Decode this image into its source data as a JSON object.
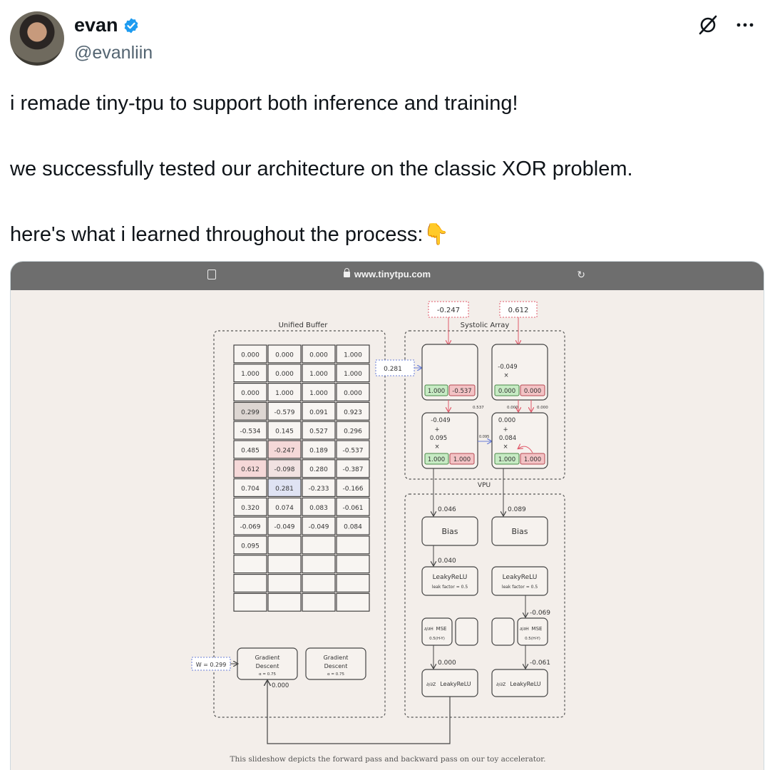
{
  "tweet": {
    "author_name": "evan",
    "handle": "@evanliin",
    "text_lines": [
      "i remade tiny-tpu to support both inference and training!",
      "we successfully tested our architecture on the classic XOR problem.",
      "here's what i learned throughout the process:👇"
    ]
  },
  "browser": {
    "url": "www.tinytpu.com"
  },
  "diagram": {
    "unified_buffer_title": "Unified Buffer",
    "systolic_array_title": "Systolic Array",
    "vpu_title": "VPU",
    "buffer_rows": [
      [
        "0.000",
        "0.000",
        "0.000",
        "1.000"
      ],
      [
        "1.000",
        "0.000",
        "1.000",
        "1.000"
      ],
      [
        "0.000",
        "1.000",
        "1.000",
        "0.000"
      ],
      [
        "0.299",
        "-0.579",
        "0.091",
        "0.923"
      ],
      [
        "-0.534",
        "0.145",
        "0.527",
        "0.296"
      ],
      [
        "0.485",
        "-0.247",
        "0.189",
        "-0.537"
      ],
      [
        "0.612",
        "-0.098",
        "0.280",
        "-0.387"
      ],
      [
        "0.704",
        "0.281",
        "-0.233",
        "-0.166"
      ],
      [
        "0.320",
        "0.074",
        "0.083",
        "-0.061"
      ],
      [
        "-0.069",
        "-0.049",
        "-0.049",
        "0.084"
      ],
      [
        "0.095",
        "",
        "",
        ""
      ],
      [
        "",
        "",
        "",
        ""
      ],
      [
        "",
        "",
        "",
        ""
      ],
      [
        "",
        "",
        "",
        ""
      ]
    ],
    "top_input_left": "-0.247",
    "top_input_right": "0.612",
    "side_input": "0.281",
    "pe_tl": {
      "green": "1.000",
      "red": "-0.537"
    },
    "pe_tr": {
      "line1": "-0.049",
      "line2": "×",
      "green": "0.000",
      "red": "0.000"
    },
    "pe_bl": {
      "line1": "-0.049",
      "line2": "+",
      "line3": "0.095",
      "line4": "×",
      "green": "1.000",
      "red": "1.000"
    },
    "pe_br": {
      "line1": "0.000",
      "line2": "+",
      "line3": "0.084",
      "line4": "×",
      "green": "1.000",
      "red": "1.000"
    },
    "small_tl_out": "0.537",
    "small_tr_out1": "0.000",
    "small_tr_out2": "0.000",
    "small_mid": "0.095",
    "vpu_in_left": "0.046",
    "vpu_in_right": "0.089",
    "bias_label": "Bias",
    "after_bias_left": "0.040",
    "leaky_label": "LeakyReLU",
    "leak_factor": "leak factor = 0.5",
    "right_mse_in": "-0.069",
    "mse_label": "MSE",
    "mse_sub": "0.5(H-Y)",
    "dmse_prefix": "∂/∂H",
    "dleaky_prefix": "∂/∂Z",
    "left_dl_in": "0.000",
    "right_dl_in": "-0.061",
    "gd_label_1": "Gradient",
    "gd_label_2": "Descent",
    "gd_alpha": "α = 0.75",
    "w_label": "W = 0.299",
    "gd_in": "0.000",
    "caption": "This slideshow depicts the forward pass and backward pass on our toy accelerator."
  },
  "icons": [
    "verified-badge-icon",
    "grok-icon",
    "more-icon",
    "lock-icon",
    "sidebar-icon",
    "reload-icon"
  ],
  "colors": {
    "verified_blue": "#1d9bf0",
    "handle_gray": "#536471",
    "green_cell": "#c7ebc4",
    "red_cell": "#f3c3c5",
    "page_bg": "#f3eeea"
  }
}
